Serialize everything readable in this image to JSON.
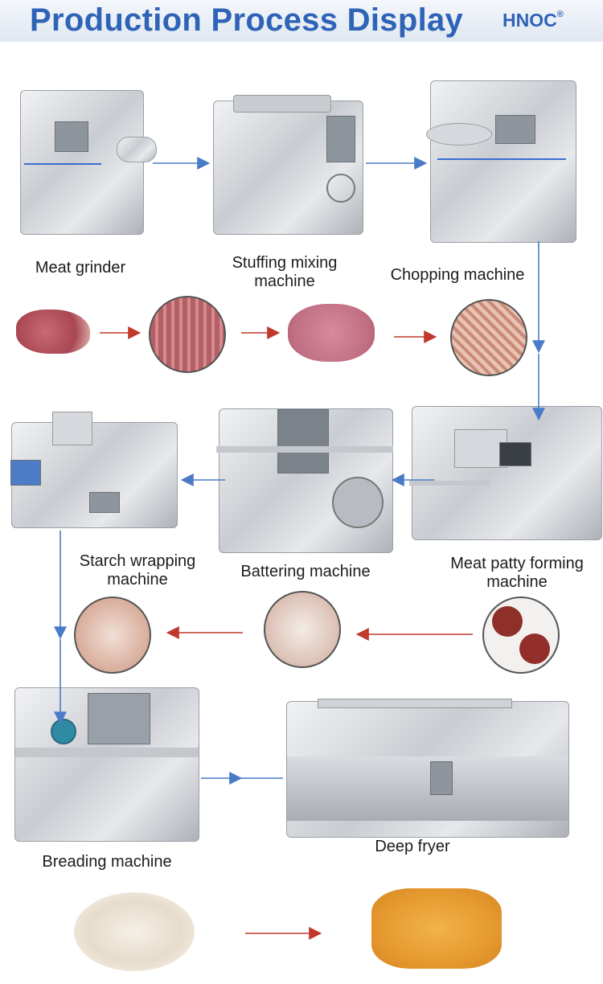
{
  "header": {
    "title": "Production Process Display",
    "brand": "HNOC",
    "brand_mark": "®"
  },
  "machines": {
    "meat_grinder": "Meat grinder",
    "stuffing_mixing": "Stuffing mixing\nmachine",
    "chopping": "Chopping machine",
    "starch_wrapping": "Starch wrapping\nmachine",
    "battering": "Battering machine",
    "meat_patty_forming": "Meat patty forming\nmachine",
    "breading": "Breading machine",
    "deep_fryer": "Deep fryer"
  },
  "colors": {
    "title": "#2e63b7",
    "flow_arrow": "#4a7bc8",
    "product_arrow": "#c0392b"
  }
}
